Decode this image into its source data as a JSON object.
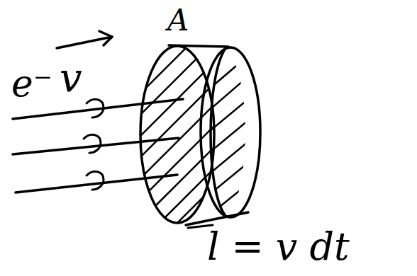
{
  "diagram": {
    "labels": [
      "e⁻",
      "v",
      "A",
      "l = v dt"
    ]
  }
}
